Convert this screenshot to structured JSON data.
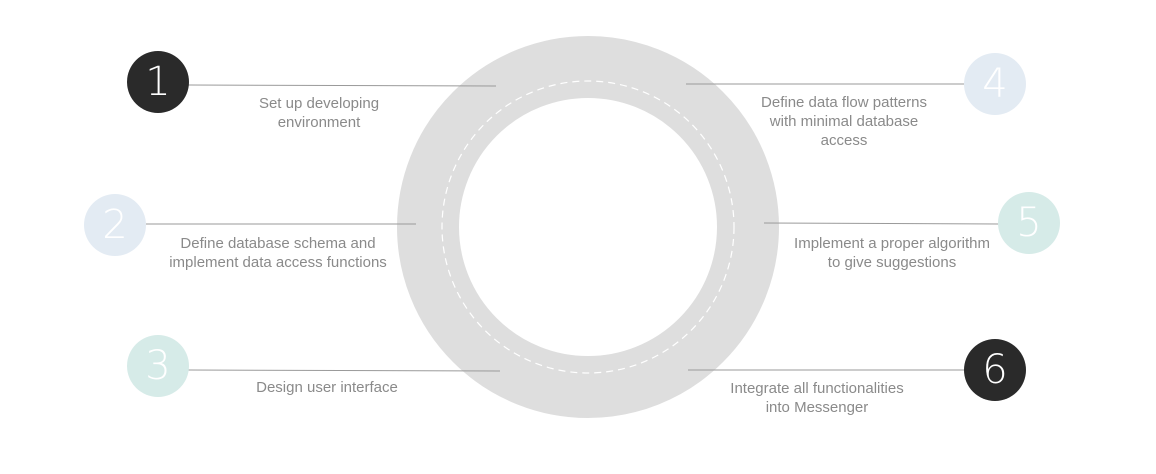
{
  "colors": {
    "ring": "#dedede",
    "dash": "#ffffff",
    "connector": "#9a9a9a",
    "dark_badge_bg": "#2a2a2a",
    "dark_badge_fg": "#ffffff",
    "blue_badge_bg": "#e3ebf3",
    "teal_badge_bg": "#d6ebe8",
    "light_badge_fg": "#ffffff",
    "text": "#8a8a8a"
  },
  "steps": [
    {
      "number": "1",
      "text": "Set up developing\nenvironment",
      "style": "dark"
    },
    {
      "number": "2",
      "text": "Define database schema and\nimplement data access functions",
      "style": "blue"
    },
    {
      "number": "3",
      "text": "Design user interface",
      "style": "teal"
    },
    {
      "number": "4",
      "text": "Define data flow patterns\nwith minimal database\naccess",
      "style": "blue"
    },
    {
      "number": "5",
      "text": "Implement a proper algorithm\nto give suggestions",
      "style": "teal"
    },
    {
      "number": "6",
      "text": "Integrate all functionalities\ninto Messenger",
      "style": "dark"
    }
  ]
}
